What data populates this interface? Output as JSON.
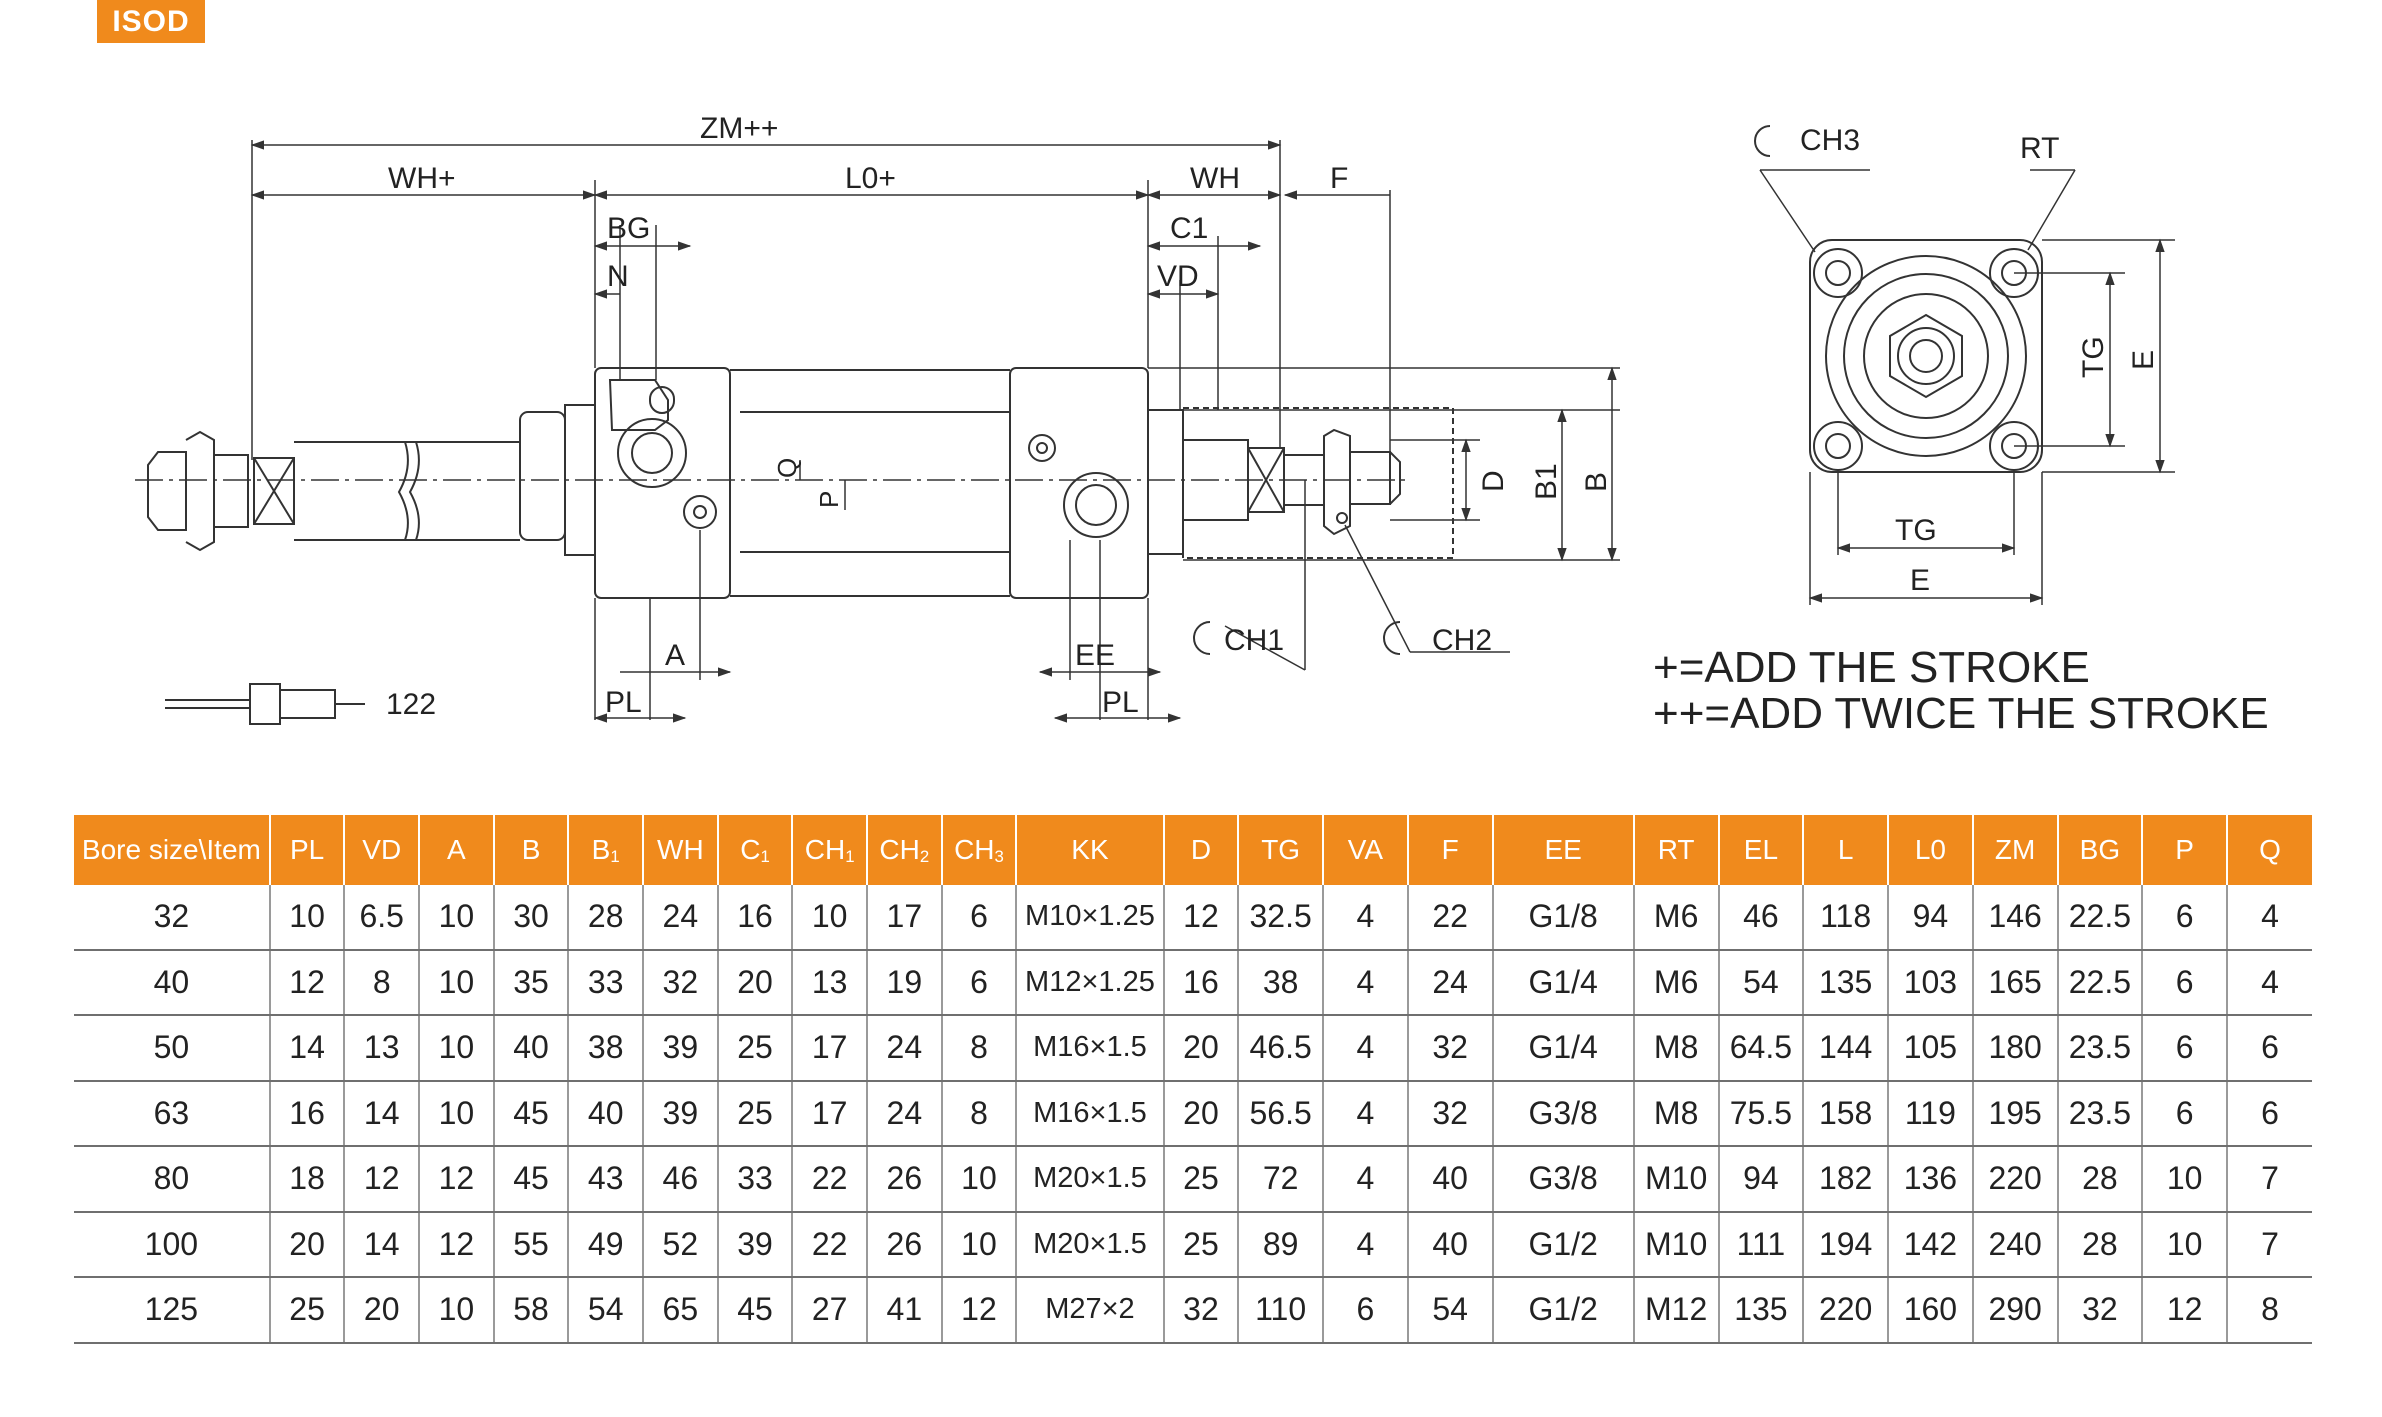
{
  "badge": "ISOD",
  "drawing": {
    "side_labels": {
      "zm": "ZM++",
      "wh_plus": "WH+",
      "l0_plus": "L0+",
      "wh": "WH",
      "f": "F",
      "bg": "BG",
      "n": "N",
      "c1": "C1",
      "vd": "VD",
      "q": "Q",
      "p": "P",
      "d": "D",
      "b1": "B1",
      "b": "B",
      "a": "A",
      "pl": "PL",
      "ee": "EE",
      "pl2": "PL",
      "ch1": "CH1",
      "ch2": "CH2",
      "part_number": "122"
    },
    "end_labels": {
      "ch3": "CH3",
      "rt": "RT",
      "tg_v": "TG",
      "e_v": "E",
      "tg_h": "TG",
      "e_h": "E"
    }
  },
  "notes": [
    "+=ADD THE STROKE",
    "++=ADD TWICE THE STROKE"
  ],
  "table": {
    "headers": [
      {
        "main": "Bore size\\Item",
        "sub": ""
      },
      {
        "main": "PL",
        "sub": ""
      },
      {
        "main": "VD",
        "sub": ""
      },
      {
        "main": "A",
        "sub": ""
      },
      {
        "main": "B",
        "sub": ""
      },
      {
        "main": "B",
        "sub": "1"
      },
      {
        "main": "WH",
        "sub": ""
      },
      {
        "main": "C",
        "sub": "1"
      },
      {
        "main": "CH",
        "sub": "1"
      },
      {
        "main": "CH",
        "sub": "2"
      },
      {
        "main": "CH",
        "sub": "3"
      },
      {
        "main": "KK",
        "sub": ""
      },
      {
        "main": "D",
        "sub": ""
      },
      {
        "main": "TG",
        "sub": ""
      },
      {
        "main": "VA",
        "sub": ""
      },
      {
        "main": "F",
        "sub": ""
      },
      {
        "main": "EE",
        "sub": ""
      },
      {
        "main": "RT",
        "sub": ""
      },
      {
        "main": "EL",
        "sub": ""
      },
      {
        "main": "L",
        "sub": ""
      },
      {
        "main": "L0",
        "sub": ""
      },
      {
        "main": "ZM",
        "sub": ""
      },
      {
        "main": "BG",
        "sub": ""
      },
      {
        "main": "P",
        "sub": ""
      },
      {
        "main": "Q",
        "sub": ""
      }
    ],
    "rows": [
      [
        "32",
        "10",
        "6.5",
        "10",
        "30",
        "28",
        "24",
        "16",
        "10",
        "17",
        "6",
        "M10×1.25",
        "12",
        "32.5",
        "4",
        "22",
        "G1/8",
        "M6",
        "46",
        "118",
        "94",
        "146",
        "22.5",
        "6",
        "4"
      ],
      [
        "40",
        "12",
        "8",
        "10",
        "35",
        "33",
        "32",
        "20",
        "13",
        "19",
        "6",
        "M12×1.25",
        "16",
        "38",
        "4",
        "24",
        "G1/4",
        "M6",
        "54",
        "135",
        "103",
        "165",
        "22.5",
        "6",
        "4"
      ],
      [
        "50",
        "14",
        "13",
        "10",
        "40",
        "38",
        "39",
        "25",
        "17",
        "24",
        "8",
        "M16×1.5",
        "20",
        "46.5",
        "4",
        "32",
        "G1/4",
        "M8",
        "64.5",
        "144",
        "105",
        "180",
        "23.5",
        "6",
        "6"
      ],
      [
        "63",
        "16",
        "14",
        "10",
        "45",
        "40",
        "39",
        "25",
        "17",
        "24",
        "8",
        "M16×1.5",
        "20",
        "56.5",
        "4",
        "32",
        "G3/8",
        "M8",
        "75.5",
        "158",
        "119",
        "195",
        "23.5",
        "6",
        "6"
      ],
      [
        "80",
        "18",
        "12",
        "12",
        "45",
        "43",
        "46",
        "33",
        "22",
        "26",
        "10",
        "M20×1.5",
        "25",
        "72",
        "4",
        "40",
        "G3/8",
        "M10",
        "94",
        "182",
        "136",
        "220",
        "28",
        "10",
        "7"
      ],
      [
        "100",
        "20",
        "14",
        "12",
        "55",
        "49",
        "52",
        "39",
        "22",
        "26",
        "10",
        "M20×1.5",
        "25",
        "89",
        "4",
        "40",
        "G1/2",
        "M10",
        "111",
        "194",
        "142",
        "240",
        "28",
        "10",
        "7"
      ],
      [
        "125",
        "25",
        "20",
        "10",
        "58",
        "54",
        "65",
        "45",
        "27",
        "41",
        "12",
        "M27×2",
        "32",
        "110",
        "6",
        "54",
        "G1/2",
        "M12",
        "135",
        "220",
        "160",
        "290",
        "32",
        "12",
        "8"
      ]
    ]
  }
}
